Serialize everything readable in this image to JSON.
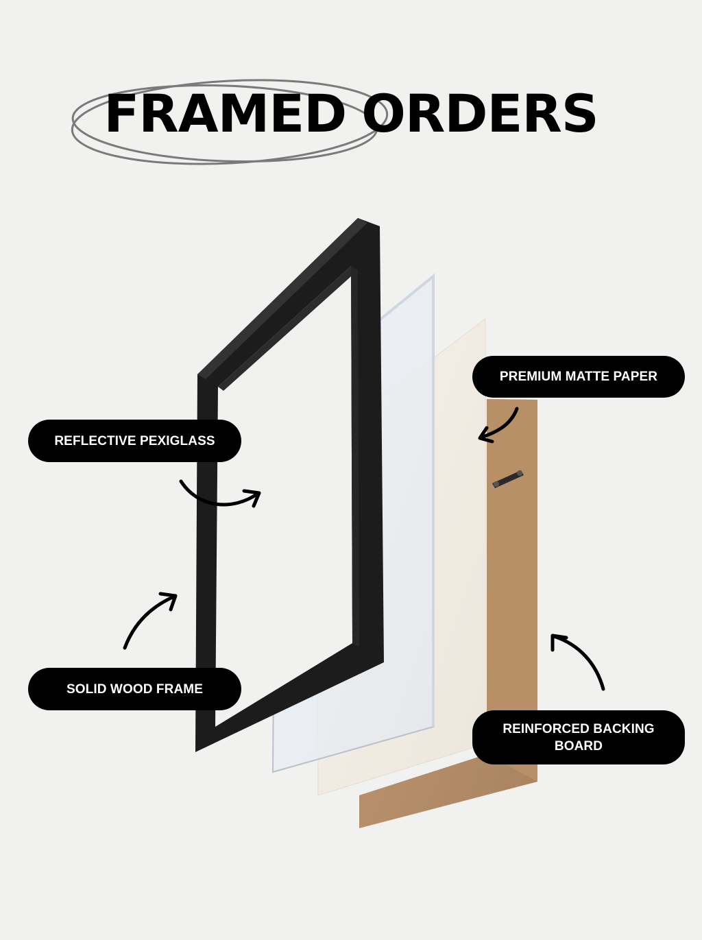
{
  "title": {
    "word1": "FRAMED",
    "word2": "ORDERS"
  },
  "labels": {
    "pexiglass": "REFLECTIVE PEXIGLASS",
    "paper": "PREMIUM MATTE PAPER",
    "frame": "SOLID WOOD FRAME",
    "backing": "REINFORCED BACKING BOARD"
  },
  "colors": {
    "background": "#f1f1f0",
    "frame": "#1a1a1a",
    "backing": "#b8916a",
    "paper": "#f4efe7",
    "label_bg": "#000000",
    "label_text": "#ffffff"
  },
  "icons": [
    "ellipse-scribble",
    "curved-arrow-icon"
  ]
}
